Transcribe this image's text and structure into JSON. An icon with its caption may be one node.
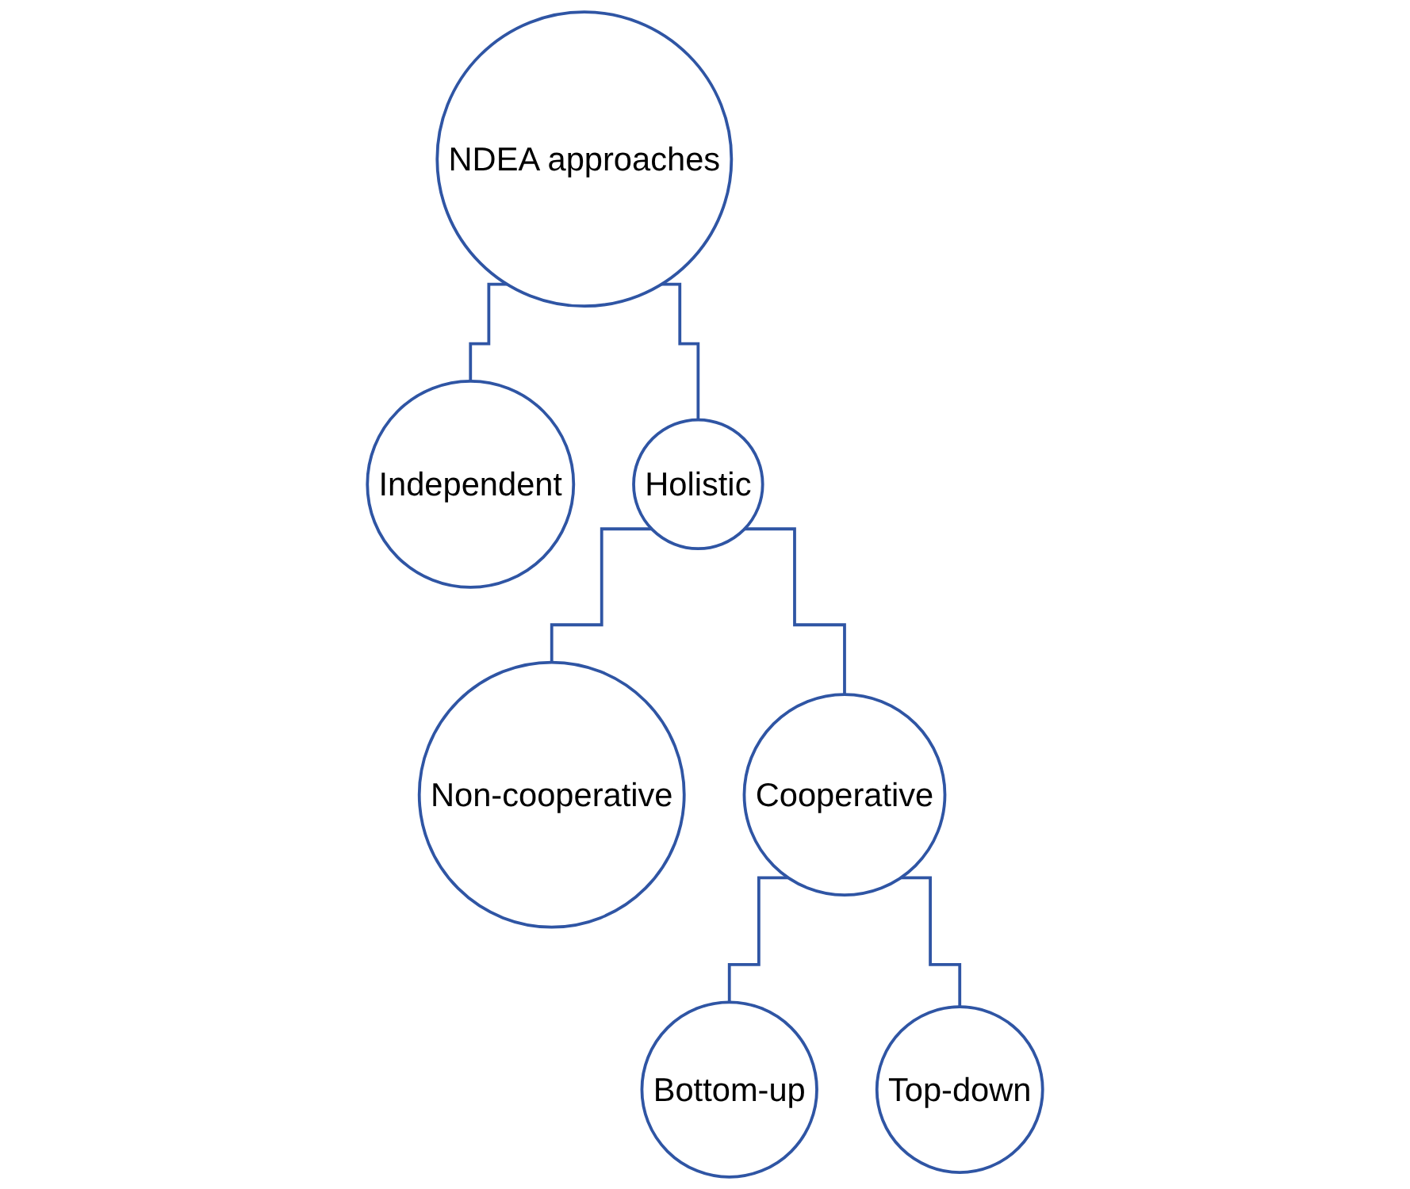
{
  "diagram": {
    "nodes": [
      {
        "text": [
          "NDEA approaches"
        ]
      },
      {
        "text": [
          "Independent"
        ]
      },
      {
        "text": [
          "Holistic"
        ]
      },
      {
        "text": [
          "Non-cooperative"
        ]
      },
      {
        "text": [
          "Cooperative"
        ]
      },
      {
        "text": [
          "Bottom-up"
        ]
      },
      {
        "text": [
          "Top-down"
        ]
      }
    ],
    "edges": [
      {
        "from": 0,
        "to": 1,
        "arrow": "none"
      },
      {
        "from": 0,
        "to": 2,
        "arrow": "none"
      },
      {
        "from": 2,
        "to": 3,
        "arrow": "none"
      },
      {
        "from": 2,
        "to": 4,
        "arrow": "none"
      },
      {
        "from": 4,
        "to": 5,
        "arrow": "none"
      },
      {
        "from": 4,
        "to": 6,
        "arrow": "none"
      }
    ]
  }
}
